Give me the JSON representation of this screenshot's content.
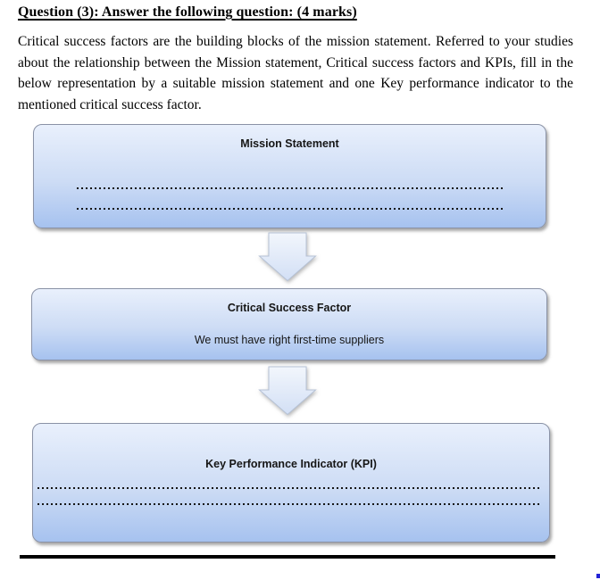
{
  "question": {
    "heading": "Question (3): Answer the following question: (4 marks)",
    "body": "Critical success factors are the building blocks of the mission statement. Referred to your studies about the relationship between the Mission statement, Critical success factors and KPIs, fill in the below representation by a suitable mission statement and one Key performance indicator to the mentioned critical success factor."
  },
  "diagram": {
    "boxes": [
      {
        "title": "Mission Statement",
        "content": "",
        "blank_lines": 2
      },
      {
        "title": "Critical Success Factor",
        "content": "We must have right first-time suppliers",
        "blank_lines": 0
      },
      {
        "title": "Key Performance Indicator (KPI)",
        "content": "",
        "blank_lines": 2
      }
    ],
    "connector": "down-arrow",
    "colors": {
      "box_gradient_top": "#e9f0fc",
      "box_gradient_bottom": "#a6c2ef",
      "box_border": "#8a92a6",
      "arrow_fill_top": "#f2f6fc",
      "arrow_fill_bottom": "#d2dff5",
      "dotted_line": "#161616",
      "bottom_rule": "#000000",
      "corner_mark": "#2323d6"
    }
  }
}
